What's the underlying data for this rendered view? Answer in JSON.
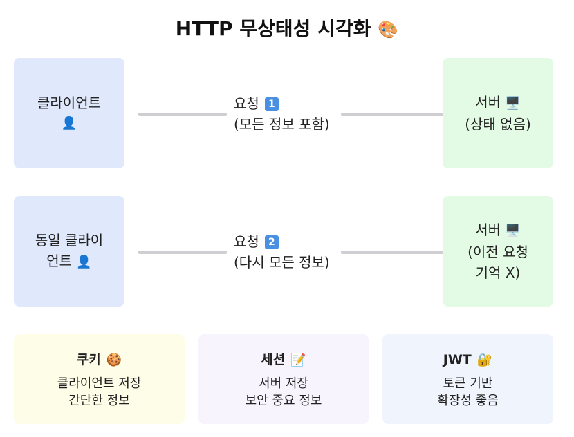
{
  "title": "HTTP 무상태성 시각화",
  "title_icon": "🎨",
  "rows": [
    {
      "client_lines": [
        "클라이언트"
      ],
      "client_icon": "👤",
      "request_label": "요청",
      "request_number": "1",
      "request_detail": "(모든 정보 포함)",
      "server_label": "서버",
      "server_icon": "🖥️",
      "server_lines": [
        "(상태 없음)"
      ]
    },
    {
      "client_lines": [
        "동일 클라이",
        "언트"
      ],
      "client_icon": "👤",
      "request_label": "요청",
      "request_number": "2",
      "request_detail": "(다시 모든 정보)",
      "server_label": "서버",
      "server_icon": "🖥️",
      "server_lines": [
        "(이전 요청",
        "기억 X)"
      ]
    }
  ],
  "cards": [
    {
      "title": "쿠키",
      "icon": "🍪",
      "lines": [
        "클라이언트 저장",
        "간단한 정보"
      ]
    },
    {
      "title": "세션",
      "icon": "📝",
      "lines": [
        "서버 저장",
        "보안 중요 정보"
      ]
    },
    {
      "title": "JWT",
      "icon": "🔐",
      "lines": [
        "토큰 기반",
        "확장성 좋음"
      ]
    }
  ],
  "colors": {
    "client_bg": "#e0e8fc",
    "server_bg": "#e3fbe5",
    "badge": "#4a90e2",
    "connector": "#cfcfd3",
    "cookie_bg": "#fdfde8",
    "session_bg": "#f7f4fd",
    "jwt_bg": "#f0f4fd"
  }
}
